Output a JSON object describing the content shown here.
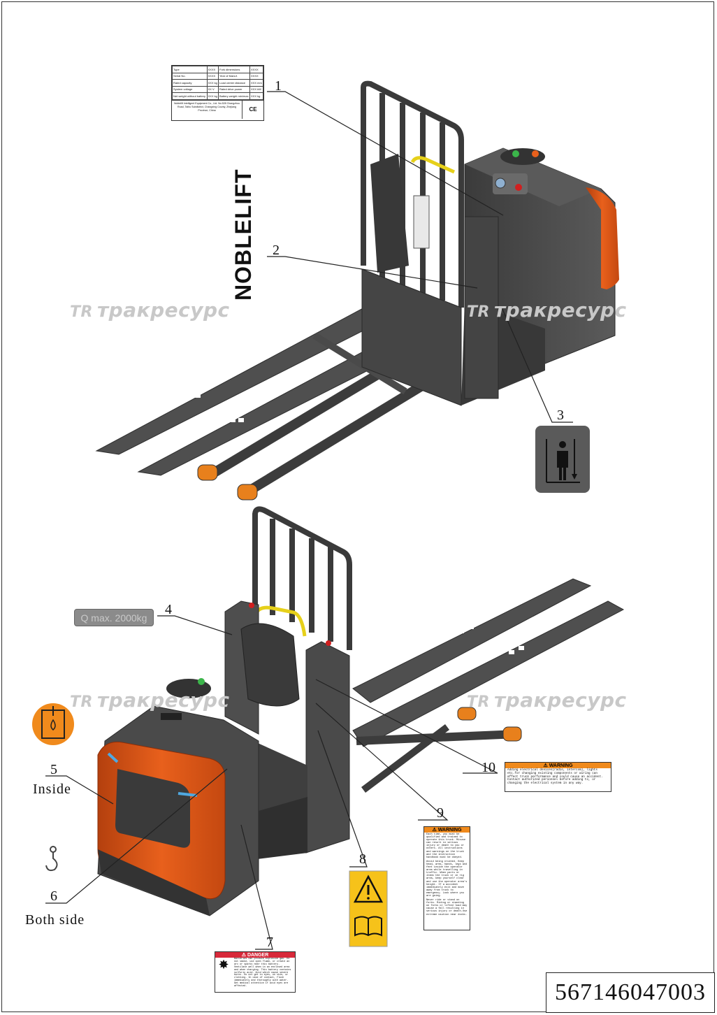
{
  "nameplate": {
    "rows": [
      [
        "Type",
        "XXXX",
        "Fork dimensions",
        "XXXX"
      ],
      [
        "Serial No.",
        "XXXX",
        "Year of Manuf.",
        "XXXX"
      ],
      [
        "Rated capacity",
        "XXX kg",
        "Load center distance",
        "XXX mm"
      ],
      [
        "System voltage",
        "XX V",
        "Rated drive power",
        "XXX kW"
      ],
      [
        "Net weight without battery",
        "XXX kg",
        "Battery weight min/max",
        "XXX kg"
      ]
    ],
    "address": "Noblelift Intelligent Equipment Co., Ltd. No.528 Changzhou Road, Taihu Subdistrict, Changxing County, Zhejiang Province, China",
    "ce_mark": "CE"
  },
  "brand_text": "NOBLELIFT",
  "watermark_text": "трaкресурс",
  "watermark_logo": "TR",
  "qmax_label": "Q max. 2000kg",
  "callouts": {
    "n1": "1",
    "n2": "2",
    "n3": "3",
    "n4": "4",
    "n5": "5",
    "n6": "6",
    "n7": "7",
    "n8": "8",
    "n9": "9",
    "n10": "10"
  },
  "notes": {
    "inside": "Inside",
    "both_side": "Both side"
  },
  "warning_10": {
    "header": "WARNING",
    "text": "Adding electrical devices(radio, intercom), lights etc.for changing existing components or wiring can affect truck performance and could cause an accident. Contact authorized personnel before adding to, or changing the electrical system in any way."
  },
  "warning_9": {
    "header": "WARNING",
    "text1": "Each time, you must be qualified and trained to operate this truck. Misuse can result in serious injury or death to you or others. All instructions and warnings on the truck and the instruction handbook must be obeyed.",
    "text2": "Avoid being crushed. Keep head, arms, hands, legs and feet inside the operator area while travelling in traffic. When parts or items the truck or in rig area, keep yourself clear and use the operator area's height. If a accident immediately exit and move away from truck to emergency. Look where you are going.",
    "text3": "Never ride or stand on forks. Riding or standing on forks or lifted load may cause a fall resulting in serious injury or death.Use extreme caution near docks."
  },
  "danger_7": {
    "header": "DANGER",
    "text": "Batteries can produce explosive gas. Do not smoke, use open flame, or create an arc or sparks near this battery. Ventilate well when in an enclosed area and when charging. This battery contains sulfuric acid. Acid which cause severe burns. Do not get in eyes, on skin, or clothing. In case of contact, flush immediately and thoroughly with water. Get medical attention if acid eyes are affected."
  },
  "doc_number": "567146047003",
  "colors": {
    "body_dark": "#4a4a4a",
    "body_mid": "#5e5e5e",
    "accent_orange": "#e8601c",
    "warning_orange": "#f08a1c",
    "danger_red": "#d8293a",
    "caution_yellow": "#f6c21a",
    "handle_yellow": "#e6d01a"
  }
}
